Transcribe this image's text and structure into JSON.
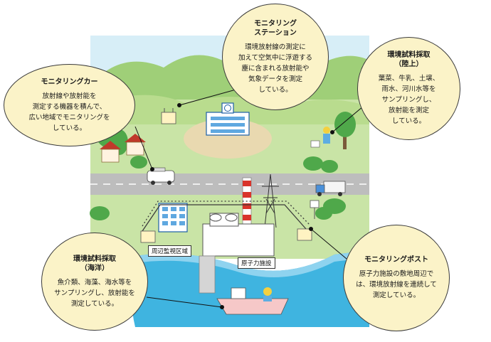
{
  "bubbles": {
    "car": {
      "title": "モニタリングカー",
      "body": [
        "放射線や放射能を",
        "測定する機器を積んで、",
        "広い地域でモニタリングを",
        "している。"
      ]
    },
    "station": {
      "title": [
        "モニタリング",
        "ステーション"
      ],
      "body": [
        "環境放射線の測定に",
        "加えて空気中に浮遊する",
        "塵に含まれる放射能や",
        "気象データを測定",
        "している。"
      ]
    },
    "land": {
      "title": [
        "環境試料採取",
        "（陸上）"
      ],
      "body": [
        "葉菜、牛乳、土壌、",
        "雨水、河川水等を",
        "サンプリングし、",
        "放射能を測定",
        "している。"
      ]
    },
    "sea": {
      "title": [
        "環境試料採取",
        "（海洋）"
      ],
      "body": [
        "魚介類、海藻、海水等を",
        "サンプリングし、放射能を",
        "測定している。"
      ]
    },
    "post": {
      "title": "モニタリングポスト",
      "body": [
        "原子力施設の敷地周辺で",
        "は、環境放射線を連続して",
        "測定している。"
      ]
    }
  },
  "labels": {
    "area": "周辺監視区域",
    "plant": "原子力施設"
  },
  "colors": {
    "sky": "#d7eef7",
    "hill_far": "#9fcf78",
    "hill_near": "#b9dc8e",
    "grass": "#c9e4a6",
    "tree": "#4fa84a",
    "road": "#bdbdbd",
    "sea": "#3fb4e0",
    "sea_light": "#8fd3ef",
    "bubble": "#fbf3c8",
    "fence": "#3b3b3b"
  }
}
